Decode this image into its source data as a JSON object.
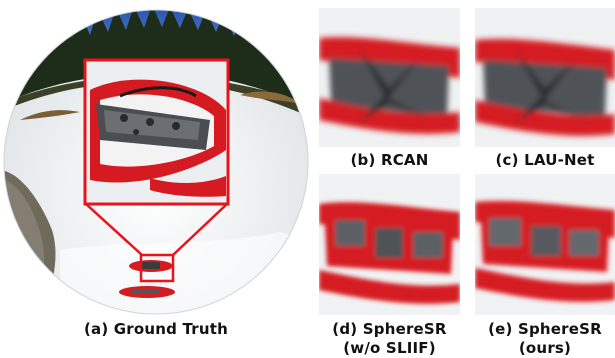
{
  "figure": {
    "captions": {
      "a": "(a) Ground Truth",
      "b": "(b) RCAN",
      "c": "(c) LAU-Net",
      "d_line1": "(d) SphereSR",
      "d_line2": "(w/o SLIIF)",
      "e_line1": "(e) SphereSR",
      "e_line2": "(ours)"
    },
    "colors": {
      "highlight": "#e8141c",
      "snowshoe_red": "#d51a22",
      "snow": "#f2f4f6",
      "sky": "#2d5fb8",
      "trees": "#1d2b18"
    }
  }
}
